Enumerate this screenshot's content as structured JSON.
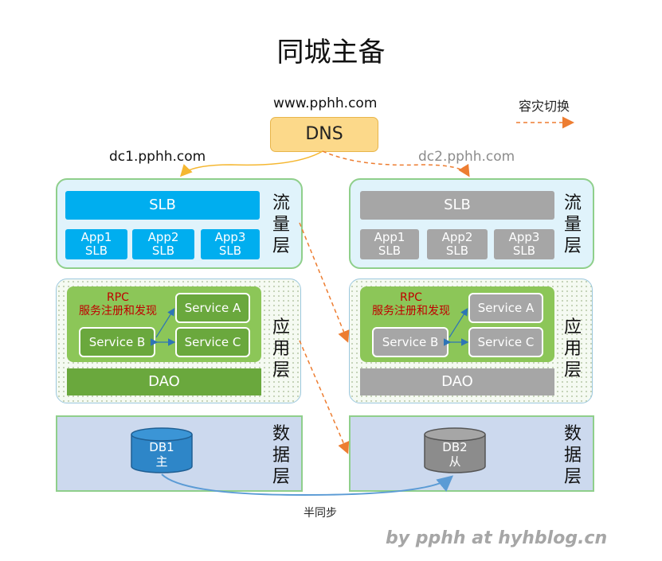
{
  "title": "同城主备",
  "dns": {
    "domain": "www.pphh.com",
    "label": "DNS"
  },
  "legend": {
    "label": "容灾切换"
  },
  "dc1": {
    "domain": "dc1.pphh.com",
    "traffic": {
      "slb": "SLB",
      "apps": [
        "App1\nSLB",
        "App2\nSLB",
        "App3\nSLB"
      ],
      "layer": "流\n量\n层"
    },
    "application": {
      "rpc": "RPC\n服务注册和发现",
      "service_a": "Service A",
      "service_b": "Service B",
      "service_c": "Service C",
      "dao": "DAO",
      "layer": "应\n用\n层"
    },
    "data": {
      "db": "DB1\n主",
      "layer": "数\n据\n层"
    }
  },
  "dc2": {
    "domain": "dc2.pphh.com",
    "traffic": {
      "slb": "SLB",
      "apps": [
        "App1\nSLB",
        "App2\nSLB",
        "App3\nSLB"
      ],
      "layer": "流\n量\n层"
    },
    "application": {
      "rpc": "RPC\n服务注册和发现",
      "service_a": "Service A",
      "service_b": "Service B",
      "service_c": "Service C",
      "dao": "DAO",
      "layer": "应\n用\n层"
    },
    "data": {
      "db": "DB2\n从",
      "layer": "数\n据\n层"
    }
  },
  "sync_label": "半同步",
  "watermark": "by pphh at hyhblog.cn",
  "colors": {
    "active": "#00aeef",
    "standby": "#a6a6a6",
    "green": "#6aa83d",
    "dns": "#fcd98a",
    "failover": "#ed7d31",
    "primary_link": "#f5b731",
    "sync_link": "#5b9bd5"
  }
}
